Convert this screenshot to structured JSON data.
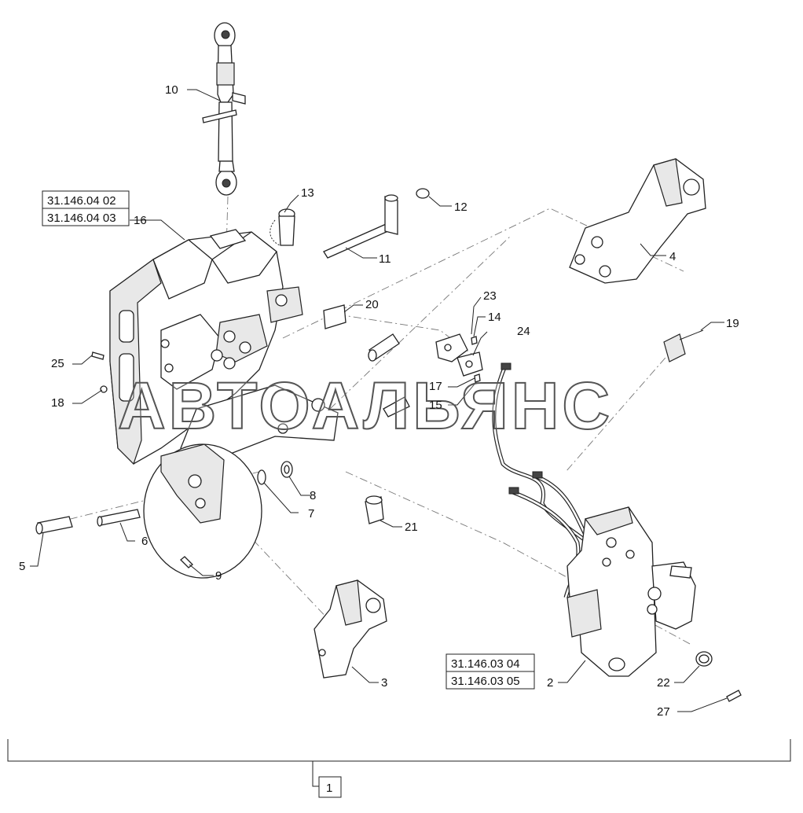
{
  "watermark": "АВТОАЛЬЯНС",
  "ref_boxes": {
    "upper": [
      "31.146.04 02",
      "31.146.04 03"
    ],
    "lower": [
      "31.146.03 04",
      "31.146.03 05"
    ]
  },
  "assembly_callout": "1",
  "callouts": {
    "c2": "2",
    "c3": "3",
    "c4": "4",
    "c5": "5",
    "c6": "6",
    "c7": "7",
    "c8": "8",
    "c9": "9",
    "c10": "10",
    "c11": "11",
    "c12": "12",
    "c13": "13",
    "c14": "14",
    "c15": "15",
    "c16": "16",
    "c17": "17",
    "c18": "18",
    "c19": "19",
    "c20": "20",
    "c21": "21",
    "c22": "22",
    "c23": "23",
    "c24": "24",
    "c25": "25",
    "c27": "27"
  }
}
